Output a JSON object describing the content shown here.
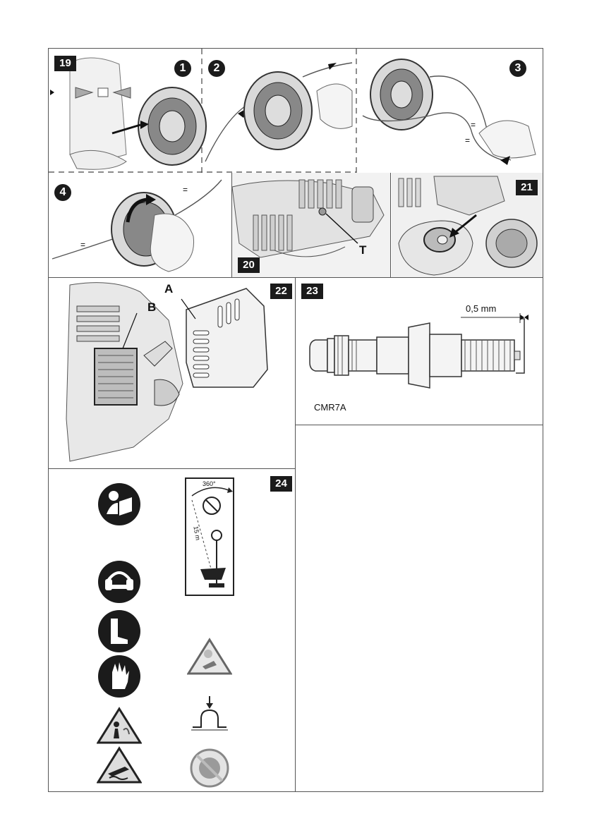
{
  "figures": {
    "fig19": {
      "tag": "19",
      "steps": [
        "1",
        "2",
        "3",
        "4"
      ]
    },
    "fig20": {
      "tag": "20",
      "label_t": "T"
    },
    "fig21": {
      "tag": "21"
    },
    "fig22": {
      "tag": "22",
      "label_a": "A",
      "label_b": "B"
    },
    "fig23": {
      "tag": "23",
      "gap": "0,5 mm",
      "plug_model": "CMR7A"
    },
    "fig24": {
      "tag": "24",
      "angle": "360°",
      "distance": "15 m"
    }
  },
  "symbols": {
    "left": [
      "read-manual-icon",
      "ear-eye-protection-icon",
      "boots-icon",
      "gloves-icon",
      "bystander-warning-icon",
      "hot-surface-warning-icon"
    ],
    "right": [
      "safety-distance-sign",
      "thrown-objects-warning-icon",
      "primer-bulb-icon",
      "no-blade-icon"
    ]
  }
}
